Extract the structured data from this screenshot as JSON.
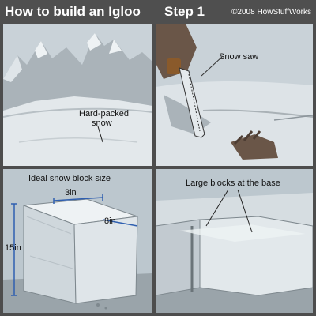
{
  "header": {
    "title": "How to build an Igloo",
    "step": "Step 1",
    "copyright": "©2008 HowStuffWorks"
  },
  "panels": {
    "p1": {
      "label_line1": "Hard-packed",
      "label_line2": "snow"
    },
    "p2": {
      "label": "Snow saw"
    },
    "p3": {
      "title": "Ideal snow block size",
      "width": "3in",
      "depth": "8in",
      "height": "15in"
    },
    "p4": {
      "label": "Large blocks at the base"
    }
  },
  "colors": {
    "frame": "#4d4d4d",
    "sky": "#c9d2d8",
    "snow_light": "#e6ebee",
    "snow_shadow": "#9ea7ad",
    "glove": "#6a5648",
    "saw_handle": "#8a5a2b"
  }
}
